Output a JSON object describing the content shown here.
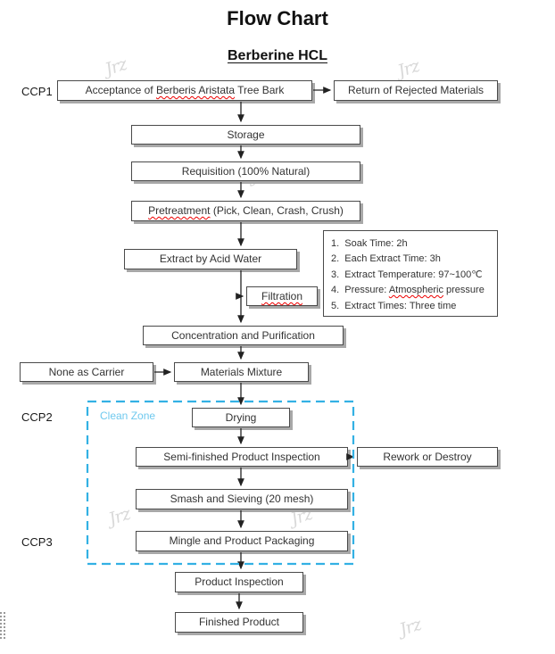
{
  "title": "Flow Chart",
  "subtitle": "Berberine HCL",
  "ccp": {
    "ccp1": "CCP1",
    "ccp2": "CCP2",
    "ccp3": "CCP3"
  },
  "clean_zone_label": "Clean Zone",
  "nodes": {
    "acceptance_pre": "Acceptance of ",
    "acceptance_mis": "Berberis Aristata",
    "acceptance_post": " Tree Bark",
    "return_rejected": "Return of Rejected Materials",
    "storage": "Storage",
    "requisition": "Requisition (100% Natural)",
    "pretreatment_mis": "Pretreatment",
    "pretreatment_post": " (Pick, Clean, Crash, Crush)",
    "extract": "Extract by Acid Water",
    "filtration": "Filtration",
    "concentration": "Concentration and Purification",
    "none_carrier": "None as Carrier",
    "materials_mixture": "Materials Mixture",
    "drying": "Drying",
    "semi_inspection": "Semi-finished Product Inspection",
    "rework": "Rework or Destroy",
    "smash": "Smash and Sieving (20 mesh)",
    "mingle": "Mingle and Product Packaging",
    "product_inspection": "Product Inspection",
    "finished": "Finished Product"
  },
  "conditions": {
    "l1": "1.  Soak Time: 2h",
    "l2": "2.  Each Extract Time: 3h",
    "l3": "3.  Extract Temperature: 97~100℃",
    "l4a": "4.  Pressure: ",
    "l4b": "Atmospheric",
    "l4c": " pressure",
    "l5": "5.  Extract Times: Three time"
  },
  "watermark": "Jrz",
  "colors": {
    "clean_zone": "#33b1e4",
    "spellcheck": "#ee0000",
    "shadow": "#a8a8a8"
  }
}
